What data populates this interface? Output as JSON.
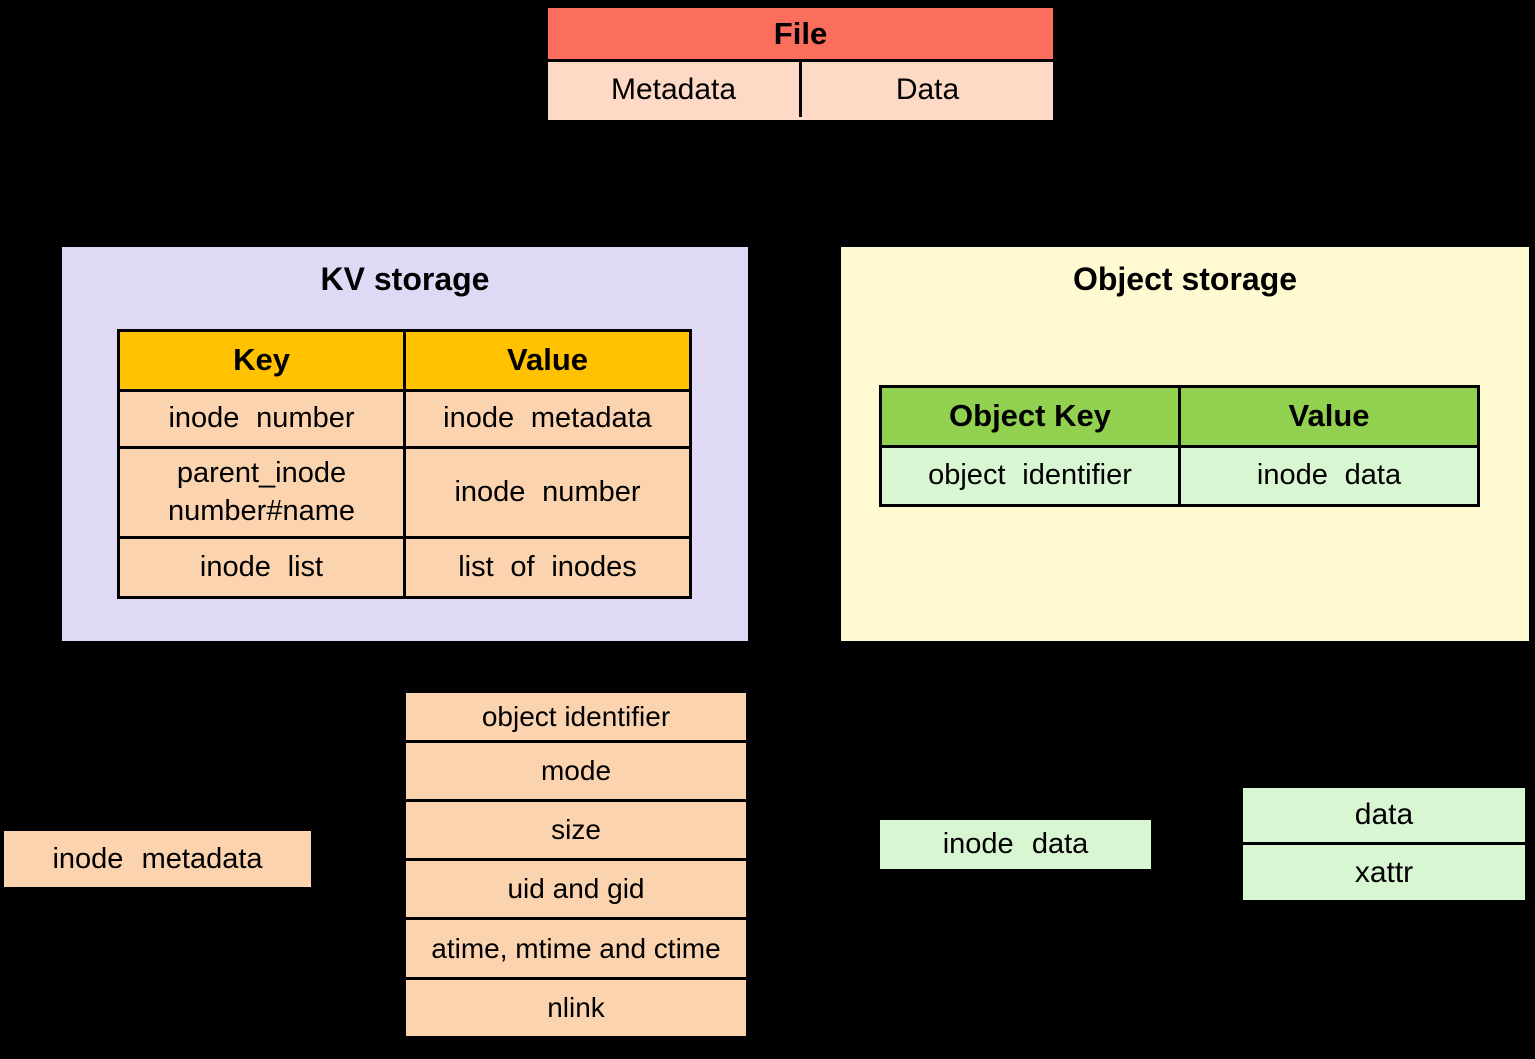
{
  "colors": {
    "background": "#000000",
    "file_header_bg": "#FB6D5D",
    "file_cell_bg": "#FDD9C6",
    "kv_box_bg": "#E0D9F6",
    "kv_header_bg": "#FFC100",
    "peach_cell_bg": "#FCD3AF",
    "object_box_bg": "#FFFAD2",
    "object_header_bg": "#92D050",
    "mint_cell_bg": "#D9F6D2",
    "border_color": "#000000",
    "text_color": "#000000"
  },
  "file_box": {
    "title": "File",
    "cells": [
      "Metadata",
      "Data"
    ]
  },
  "kv_storage": {
    "title": "KV storage",
    "table": {
      "headers": [
        "Key",
        "Value"
      ],
      "rows": [
        [
          "inode number",
          "inode metadata"
        ],
        [
          "parent_inode number#name",
          "inode number"
        ],
        [
          "inode list",
          "list of inodes"
        ]
      ]
    }
  },
  "object_storage": {
    "title": "Object storage",
    "table": {
      "headers": [
        "Object Key",
        "Value"
      ],
      "rows": [
        [
          "object identifier",
          "inode data"
        ]
      ]
    }
  },
  "inode_metadata_stack": {
    "rows": [
      "object identifier",
      "mode",
      "size",
      "uid and gid",
      "atime, mtime and ctime",
      "nlink"
    ]
  },
  "inode_data_stack": {
    "rows": [
      "data",
      "xattr"
    ]
  },
  "labels": {
    "inode_metadata": "inode metadata",
    "inode_data": "inode data"
  }
}
